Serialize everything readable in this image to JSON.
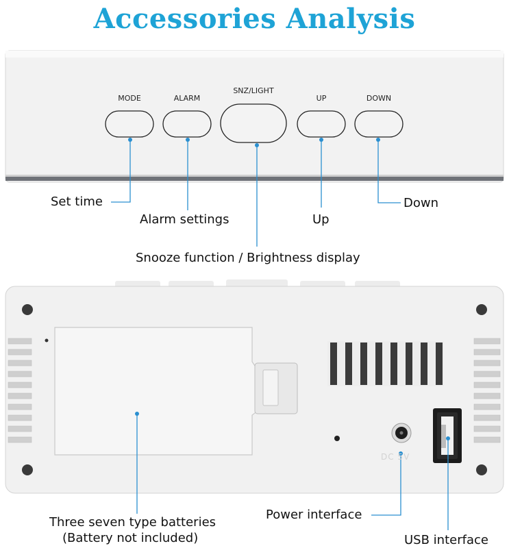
{
  "title": "Accessories Analysis",
  "buttons": {
    "mode": "MODE",
    "alarm": "ALARM",
    "snz_light": "SNZ/LIGHT",
    "up": "UP",
    "down": "DOWN"
  },
  "callouts": {
    "set_time": "Set time",
    "alarm_settings": "Alarm settings",
    "up": "Up",
    "down": "Down",
    "snooze": "Snooze function / Brightness display",
    "batteries_line1": "Three seven type batteries",
    "batteries_line2": "(Battery not included)",
    "power": "Power interface",
    "usb": "USB interface"
  },
  "back_panel": {
    "dc_label": "DC 5V"
  },
  "colors": {
    "title": "#1ea3d6",
    "annotation": "#2a8fd0"
  }
}
